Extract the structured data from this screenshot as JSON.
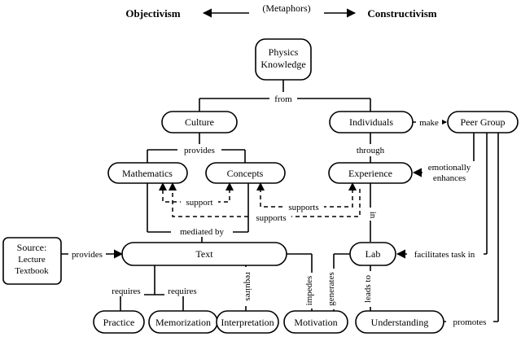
{
  "top": {
    "left": "Objectivism",
    "center": "(Metaphors)",
    "right": "Constructivism"
  },
  "nodes": {
    "physics_line1": "Physics",
    "physics_line2": "Knowledge",
    "culture": "Culture",
    "individuals": "Individuals",
    "peer_group": "Peer Group",
    "mathematics": "Mathematics",
    "concepts": "Concepts",
    "experience": "Experience",
    "text": "Text",
    "lab": "Lab",
    "source_line1": "Source:",
    "source_line2": "Lecture",
    "source_line3": "Textbook",
    "practice": "Practice",
    "memorization": "Memorization",
    "interpretation": "Interpretation",
    "motivation": "Motivation",
    "understanding": "Understanding"
  },
  "links": {
    "from": "from",
    "make": "make",
    "provides_culture": "provides",
    "through": "through",
    "emotionally": "emotionally",
    "enhances": "enhances",
    "support": "support",
    "supports_1": "supports",
    "supports_2": "supports",
    "in": "in",
    "mediated_by": "mediated by",
    "provides_source": "provides",
    "facilitates": "facilitates task in",
    "requires_1": "requires",
    "requires_2": "requires",
    "requires_3": "requires",
    "impedes": "impedes",
    "generates": "generates",
    "leads_to": "leads to",
    "promotes": "promotes"
  }
}
